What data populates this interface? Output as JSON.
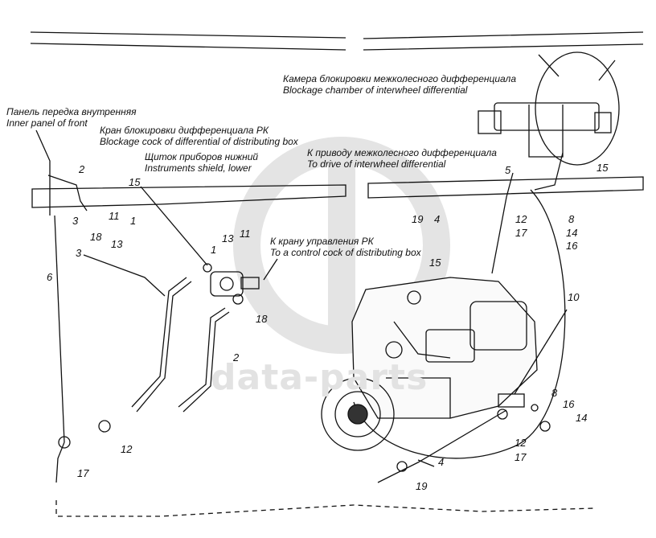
{
  "watermark": "data-parts",
  "labels": {
    "panel_ru": "Панель передка внутренняя",
    "panel_en": "Inner panel of front",
    "cock_ru": "Кран блокировки дифференциала РК",
    "cock_en": "Blockage cock of differential of distributing box",
    "shield_ru": "Щиток приборов нижний",
    "shield_en": "Instruments shield, lower",
    "chamber_ru": "Камера блокировки межколесного дифференциала",
    "chamber_en": "Blockage chamber of interwheel differential",
    "drive_ru": "К приводу межколесного дифференциала",
    "drive_en": "To drive of interwheel differential",
    "control_ru": "К крану управления РК",
    "control_en": "To a control cock of distributing box"
  },
  "callouts": [
    "1",
    "2",
    "3",
    "4",
    "5",
    "6",
    "8",
    "10",
    "11",
    "12",
    "13",
    "14",
    "15",
    "16",
    "17",
    "18",
    "19"
  ]
}
